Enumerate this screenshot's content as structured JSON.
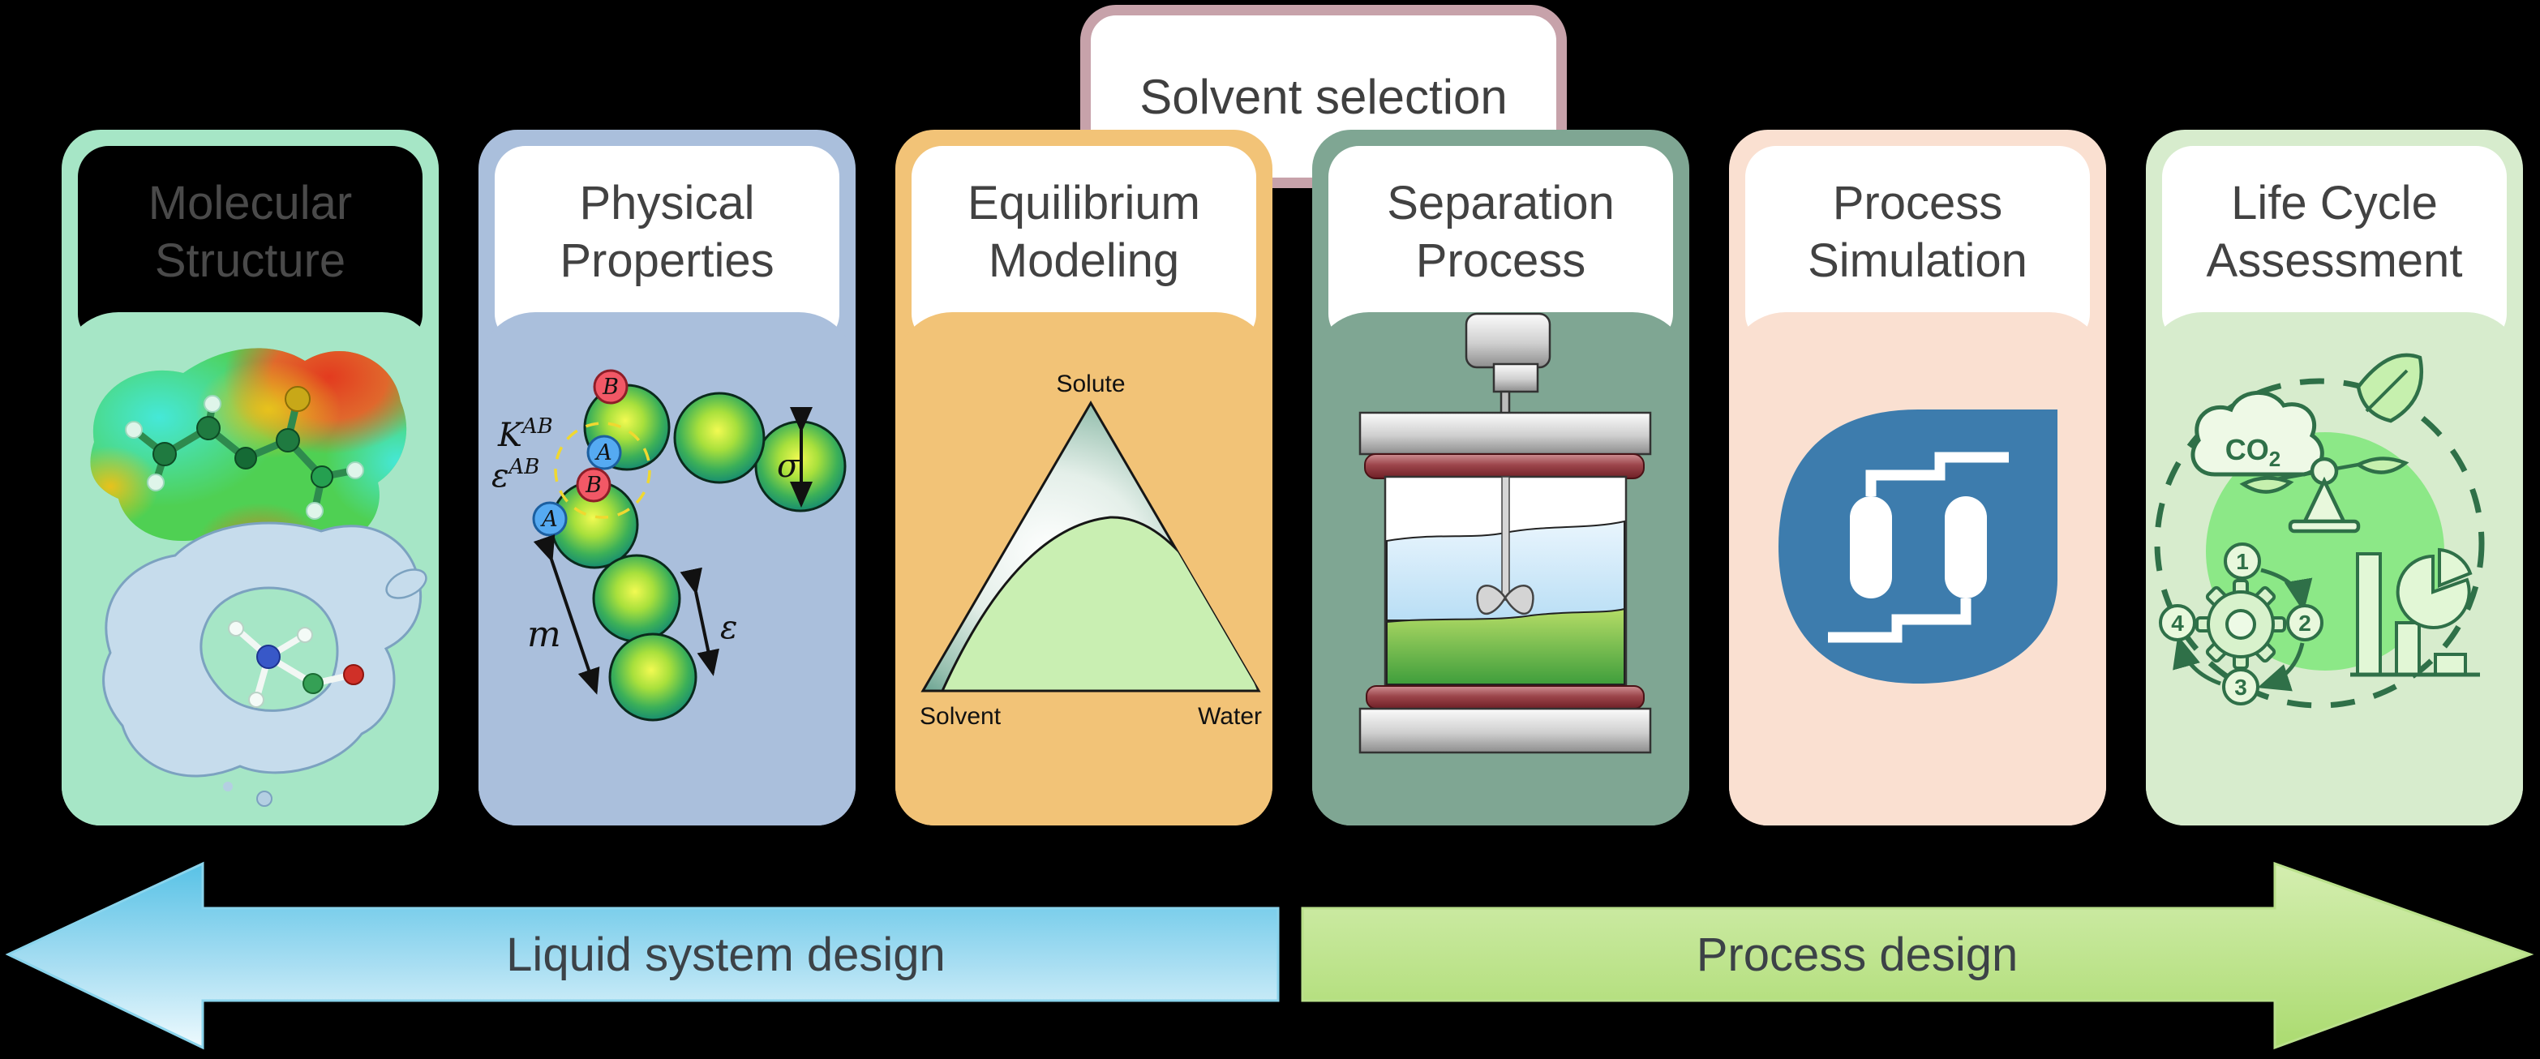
{
  "banner": {
    "label": "Solvent selection",
    "border_color": "#c7a2aa",
    "fill": "#ffffff"
  },
  "cards": [
    {
      "id": "molecular-structure",
      "line1": "Molecular",
      "line2": "Structure",
      "color": "#a6e6c6",
      "header": "#000000"
    },
    {
      "id": "physical-properties",
      "line1": "Physical",
      "line2": "Properties",
      "color": "#aabfdc",
      "header": "#ffffff"
    },
    {
      "id": "equilibrium-modeling",
      "line1": "Equilibrium",
      "line2": "Modeling",
      "color": "#f2c377",
      "header": "#ffffff"
    },
    {
      "id": "separation-process",
      "line1": "Separation",
      "line2": "Process",
      "color": "#7fa693",
      "header": "#ffffff"
    },
    {
      "id": "process-simulation",
      "line1": "Process",
      "line2": "Simulation",
      "color": "#fae0d1",
      "header": "#ffffff"
    },
    {
      "id": "life-cycle-assessment",
      "line1": "Life Cycle",
      "line2": "Assessment",
      "color": "#d7eccd",
      "header": "#ffffff"
    }
  ],
  "physical_model": {
    "site_a": "A",
    "site_b": "B",
    "k_base": "K",
    "k_sup": "AB",
    "eps_base": "ε",
    "eps_sup": "AB",
    "m_label": "m",
    "eps_label": "ε",
    "sigma_label": "σ"
  },
  "ternary": {
    "top": "Solute",
    "bottom_left": "Solvent",
    "bottom_right": "Water"
  },
  "lca": {
    "co2_base": "CO",
    "co2_sub": "2",
    "step1": "1",
    "step2": "2",
    "step3": "3",
    "step4": "4"
  },
  "arrows": {
    "left_label": "Liquid system design",
    "right_label": "Process design",
    "left_gradient": [
      "#58c2e6",
      "#eefafe"
    ],
    "right_gradient": [
      "#d4eeb0",
      "#abdb70"
    ]
  }
}
